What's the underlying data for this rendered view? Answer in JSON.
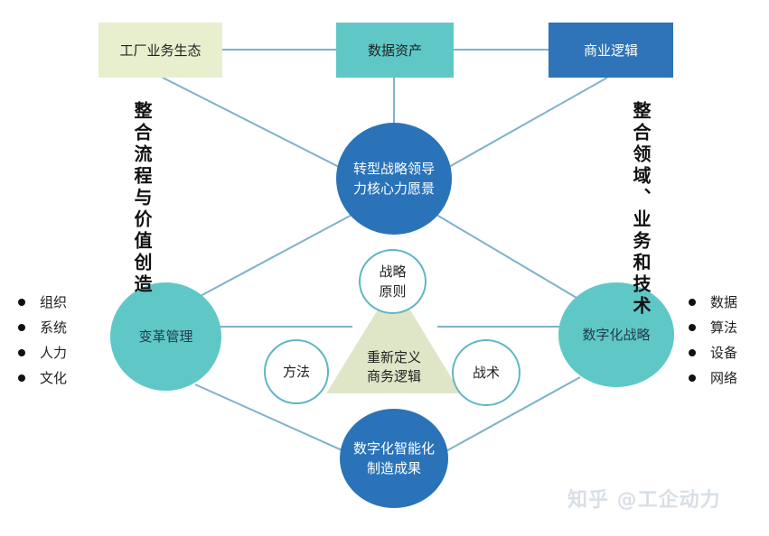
{
  "top_boxes": {
    "left": {
      "label": "工厂业务生态",
      "color": "#e8efcf"
    },
    "center": {
      "label": "数据资产",
      "color": "#5fc8c6"
    },
    "right": {
      "label": "商业逻辑",
      "color": "#2f73b8"
    }
  },
  "circles": {
    "top": {
      "line1": "转型战略领导",
      "line2": "力核心力愿景",
      "color": "#2a73b8"
    },
    "left": {
      "label": "变革管理",
      "color": "#5fc8c6"
    },
    "right": {
      "label": "数字化战略",
      "color": "#5fc8c6"
    },
    "bottom": {
      "line1": "数字化智能化",
      "line2": "制造成果",
      "color": "#2a73b8"
    },
    "principle": {
      "line1": "战略",
      "line2": "原则"
    },
    "method": {
      "label": "方法"
    },
    "tactic": {
      "label": "战术"
    }
  },
  "triangle": {
    "line1": "重新定义",
    "line2": "商务逻辑",
    "color": "#dfe6c7"
  },
  "vertical_labels": {
    "left": "整合流程与价值创造",
    "right": "整合领域、业务和技术"
  },
  "left_bullets": [
    "组织",
    "系统",
    "人力",
    "文化"
  ],
  "right_bullets": [
    "数据",
    "算法",
    "设备",
    "网络"
  ],
  "watermark": "知乎 @工企动力",
  "line_color": "#7fb2c9"
}
